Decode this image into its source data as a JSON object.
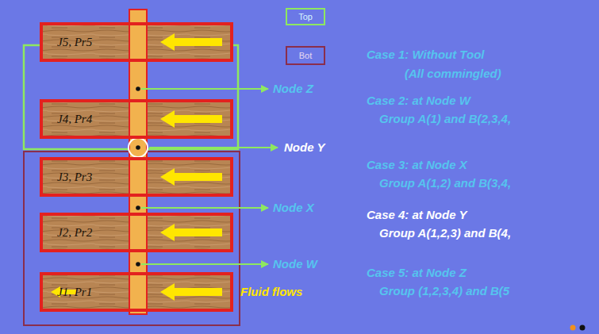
{
  "diagram": {
    "nodes": [
      {
        "text": [
          "Top"
        ]
      },
      {
        "text": [
          "Bot"
        ]
      },
      {
        "text": [
          "J5, Pr5"
        ]
      },
      {
        "text": [
          "J4, Pr4"
        ]
      },
      {
        "text": [
          "J3, Pr3"
        ]
      },
      {
        "text": [
          "J2, Pr2"
        ]
      },
      {
        "text": [
          "J1, Pr1"
        ]
      }
    ],
    "labels": [
      "Node Z",
      "Node Y",
      "Node X",
      "Node W",
      "Fluid flows",
      "Case 1: Without Tool",
      "(All commingled)",
      "Case 2: at Node W",
      "Group A(1) and B(2,3,4,",
      "Case 3: at Node X",
      "Group A(1,2) and B(3,4,",
      "Case 4: at Node Y",
      "Group A(1,2,3) and B(4,",
      "Case 5: at Node Z",
      "Group (1,2,3,4) and B(5"
    ]
  }
}
